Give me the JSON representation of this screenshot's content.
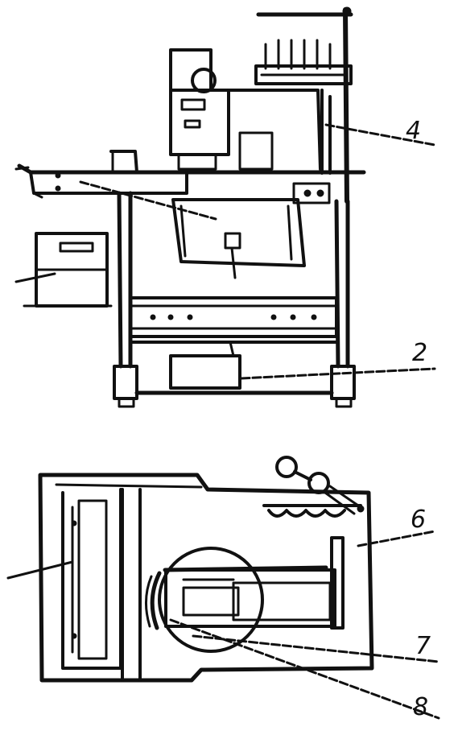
{
  "diagram": {
    "ink_color": "#111111",
    "background": "#ffffff",
    "callouts": [
      {
        "id": "4",
        "text": "4"
      },
      {
        "id": "2",
        "text": "2"
      },
      {
        "id": "6",
        "text": "6"
      },
      {
        "id": "7",
        "text": "7"
      },
      {
        "id": "8",
        "text": "8"
      }
    ]
  }
}
